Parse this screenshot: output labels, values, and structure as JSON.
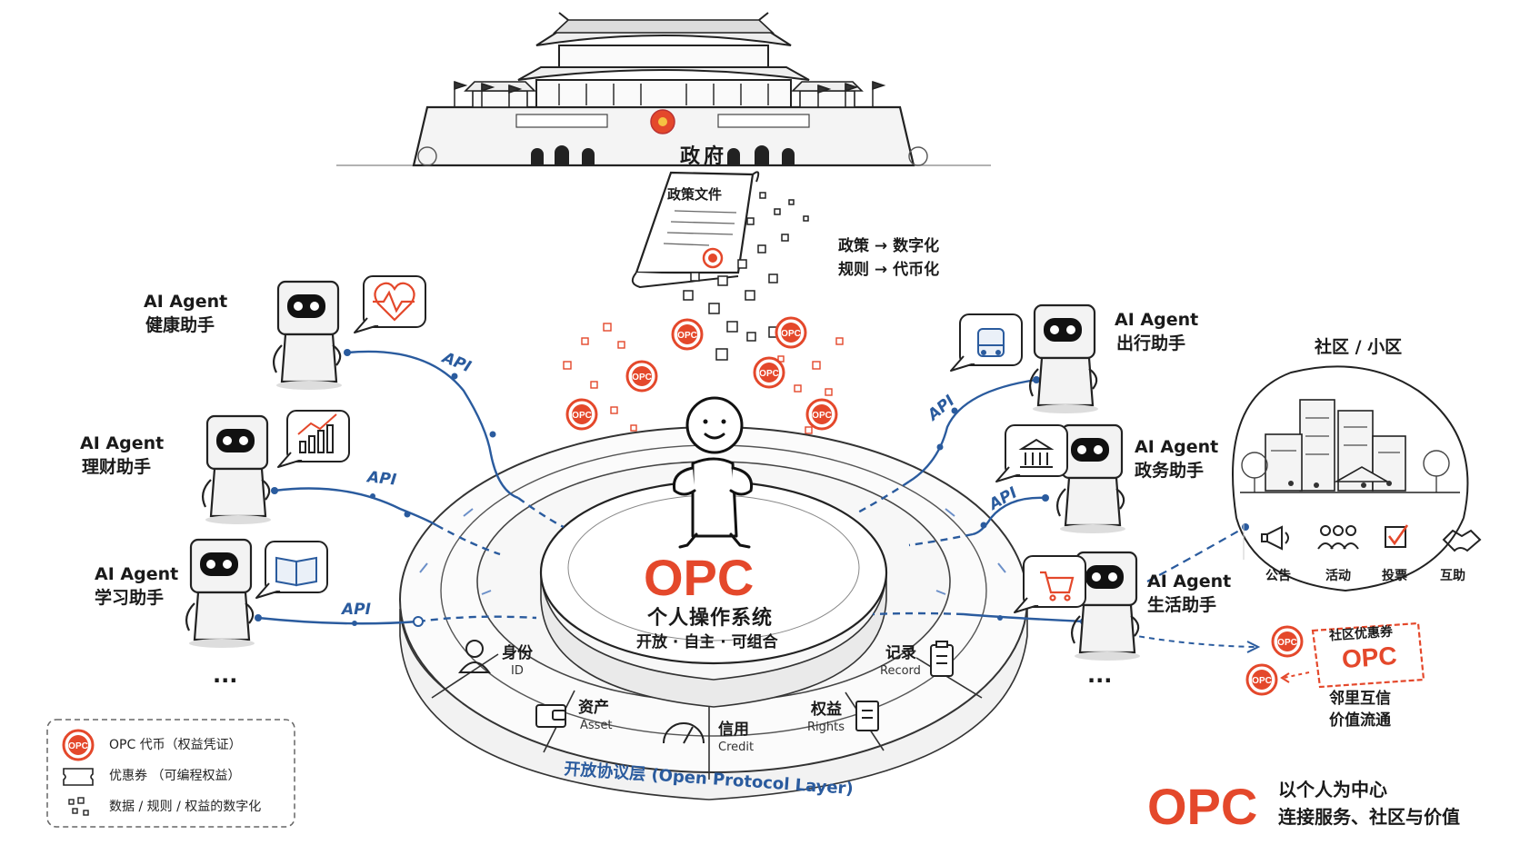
{
  "government": {
    "label": "政府",
    "document_label": "政策文件",
    "transform_line1": "政策 → 数字化",
    "transform_line2": "规则 → 代币化"
  },
  "coin_label": "OPC",
  "agents": [
    {
      "title": "AI Agent",
      "subtitle": "健康助手",
      "icon": "heart-rate-icon"
    },
    {
      "title": "AI Agent",
      "subtitle": "理财助手",
      "icon": "chart-icon"
    },
    {
      "title": "AI Agent",
      "subtitle": "学习助手",
      "icon": "book-icon"
    },
    {
      "title": "AI Agent",
      "subtitle": "出行助手",
      "icon": "bus-icon"
    },
    {
      "title": "AI Agent",
      "subtitle": "政务助手",
      "icon": "government-building-icon"
    },
    {
      "title": "AI Agent",
      "subtitle": "生活助手",
      "icon": "shopping-cart-icon"
    }
  ],
  "api_label": "API",
  "ellipsis": "···",
  "core": {
    "brand": "OPC",
    "title": "个人操作系统",
    "tagline": "开放 · 自主 · 可组合"
  },
  "segments": [
    {
      "cn": "身份",
      "en": "ID",
      "icon": "user-icon"
    },
    {
      "cn": "资产",
      "en": "Asset",
      "icon": "wallet-icon"
    },
    {
      "cn": "信用",
      "en": "Credit",
      "icon": "gauge-icon"
    },
    {
      "cn": "权益",
      "en": "Rights",
      "icon": "document-icon"
    },
    {
      "cn": "记录",
      "en": "Record",
      "icon": "clipboard-icon"
    }
  ],
  "protocol_layer": "开放协议层 (Open Protocol Layer)",
  "community": {
    "title": "社区 / 小区",
    "items": [
      {
        "label": "公告",
        "icon": "megaphone-icon"
      },
      {
        "label": "活动",
        "icon": "people-icon"
      },
      {
        "label": "投票",
        "icon": "vote-checkbox-icon"
      },
      {
        "label": "互助",
        "icon": "handshake-icon"
      }
    ],
    "coupon_title": "社区优惠券",
    "coupon_brand": "OPC",
    "flow_line1": "邻里互信",
    "flow_line2": "价值流通"
  },
  "legend": {
    "coin": "OPC 代币（权益凭证）",
    "coupon": "优惠券  （可编程权益）",
    "digital": "数据 / 规则 / 权益的数字化"
  },
  "footer": {
    "brand": "OPC",
    "line1": "以个人为中心",
    "line2": "连接服务、社区与价值"
  },
  "colors": {
    "accent_red": "#e4482b",
    "api_blue": "#2a5b9e",
    "ink": "#1a1a1a"
  }
}
